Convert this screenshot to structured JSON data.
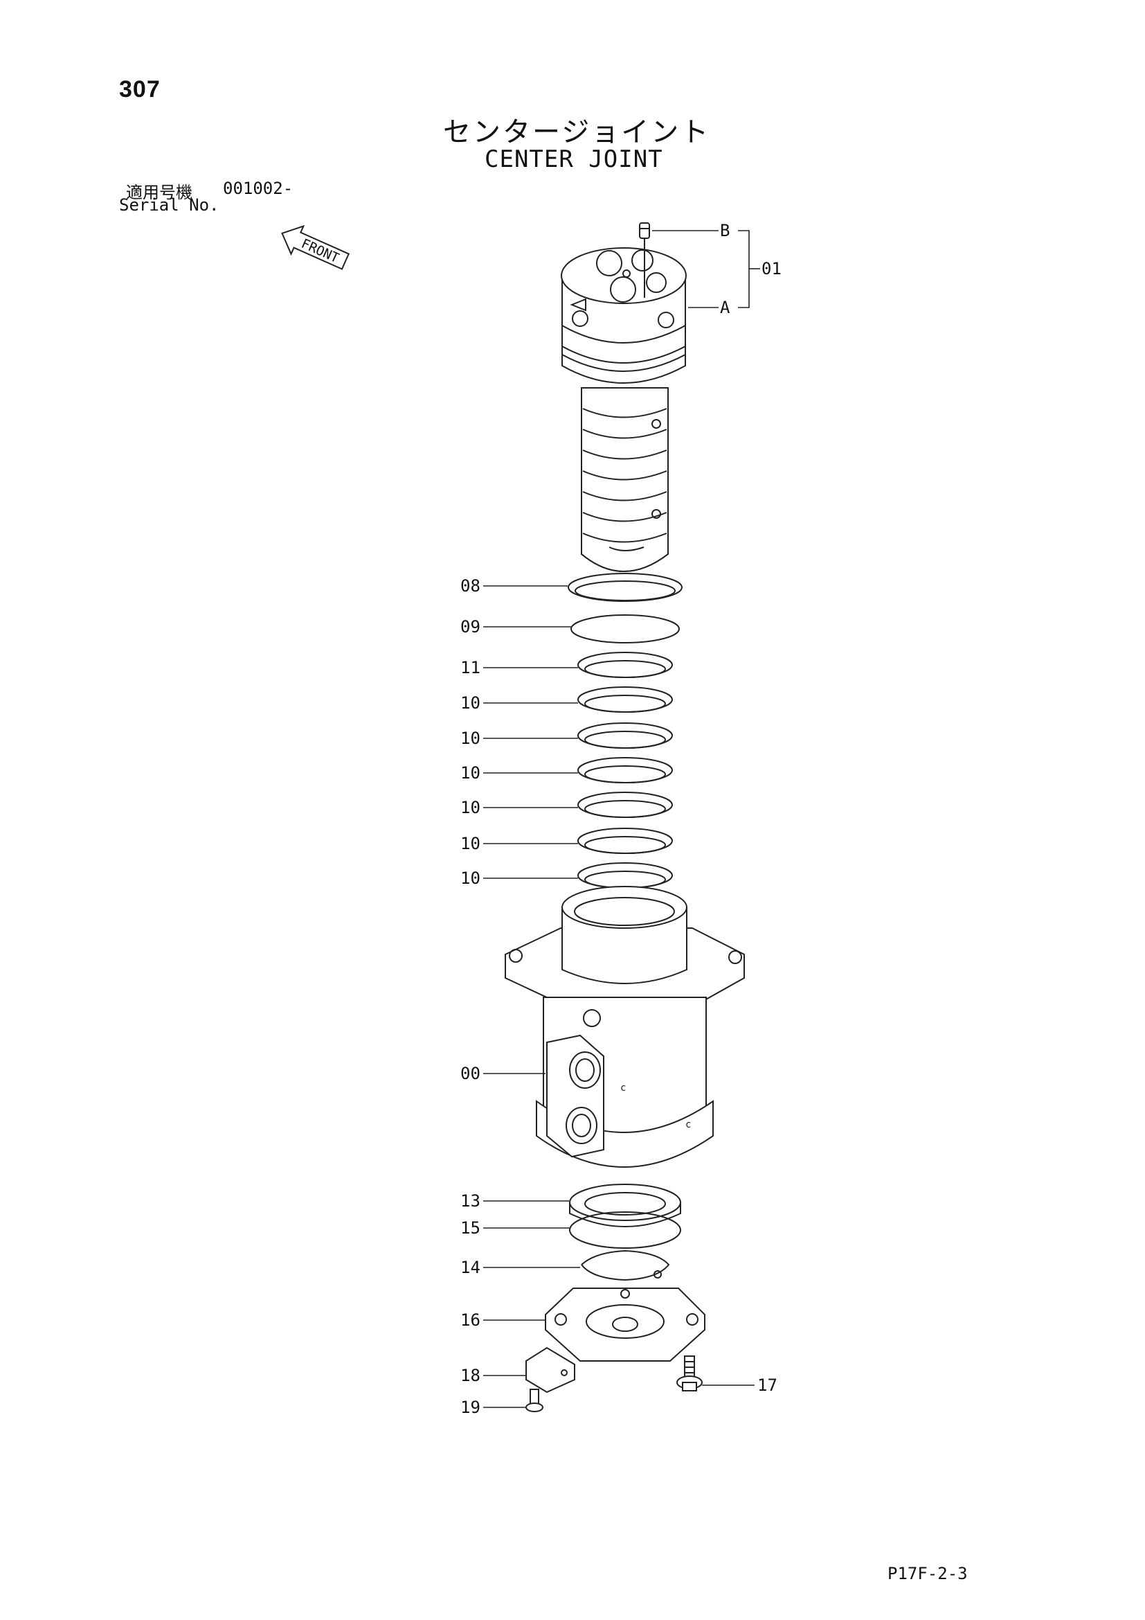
{
  "page_number": "307",
  "title": {
    "japanese": "センタージョイント",
    "english": "CENTER JOINT"
  },
  "serial": {
    "label_japanese": "適用号機",
    "value": "001002-",
    "label_english": "Serial No."
  },
  "front_indicator": "FRONT",
  "page_code": "P17F-2-3",
  "callouts": {
    "B": "B",
    "A": "A",
    "c01": "01",
    "c08": "08",
    "c09": "09",
    "c11": "11",
    "c10a": "10",
    "c10b": "10",
    "c10c": "10",
    "c10d": "10",
    "c10e": "10",
    "c10f": "10",
    "c00": "00",
    "c13": "13",
    "c15": "15",
    "c14": "14",
    "c16": "16",
    "c18": "18",
    "c19": "19",
    "c17": "17"
  }
}
